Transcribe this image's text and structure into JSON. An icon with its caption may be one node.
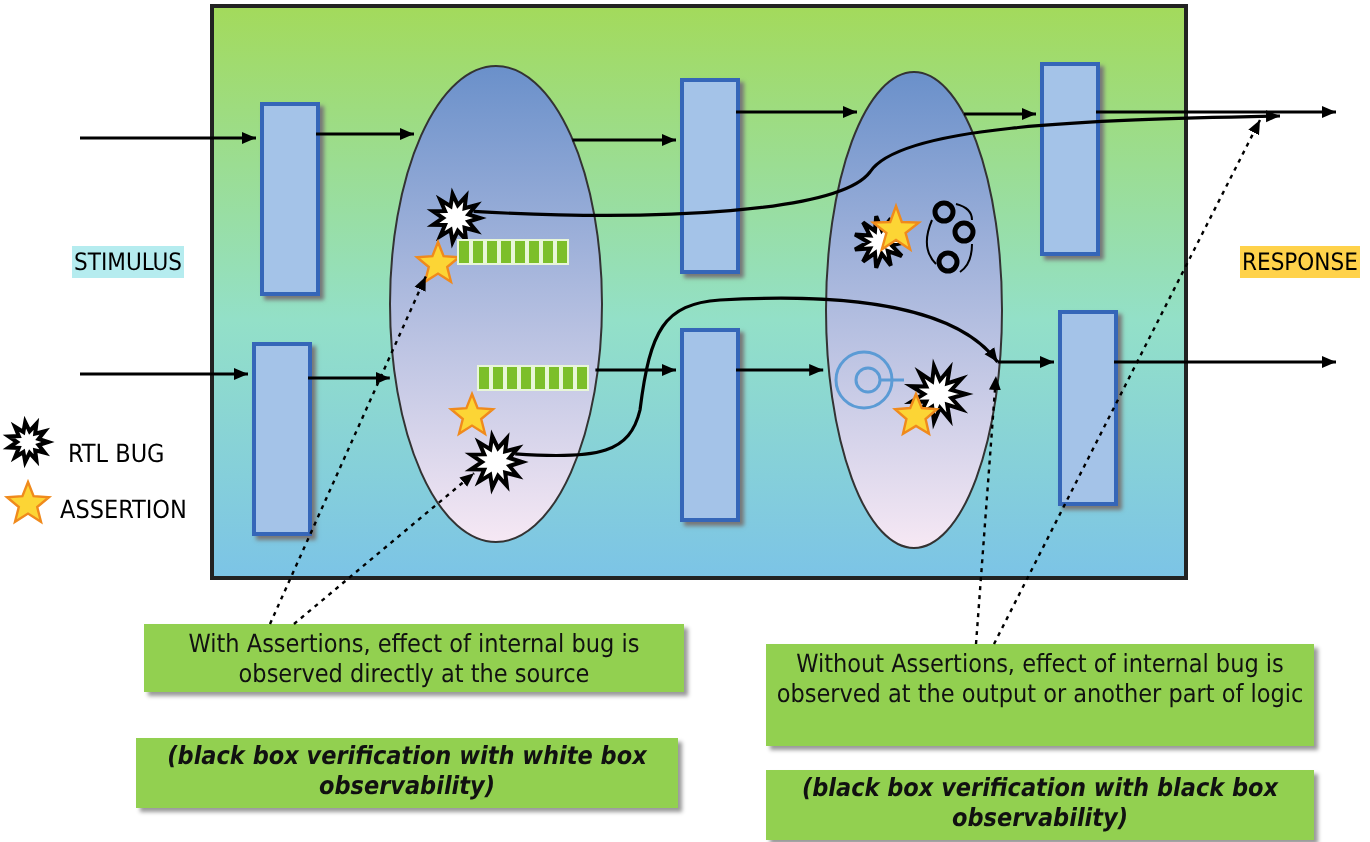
{
  "diagram": {
    "nodes": [
      {
        "text": [],
        "shape": "box"
      },
      {
        "text": [],
        "shape": "box",
        "in": 0
      },
      {
        "text": [],
        "shape": "box",
        "in": 0
      },
      {
        "text": [],
        "shape": "ellipse",
        "in": 0
      },
      {
        "text": [],
        "shape": "box",
        "in": 0
      },
      {
        "text": [],
        "shape": "box",
        "in": 0
      },
      {
        "text": [],
        "shape": "ellipse",
        "in": 0
      },
      {
        "text": [],
        "shape": "box",
        "in": 0
      },
      {
        "text": [],
        "shape": "box",
        "in": 0
      },
      {
        "text": [],
        "shape": "burst",
        "in": 3
      },
      {
        "text": [],
        "shape": "star",
        "in": 3
      },
      {
        "text": [],
        "shape": "burst",
        "in": 3
      },
      {
        "text": [],
        "shape": "star",
        "in": 3
      },
      {
        "text": [
          "With Assertions, effect of internal bug is observed directly at  the source"
        ]
      },
      {
        "text": [
          "Without Assertions, effect of internal bug is observed at the output or another part of logic"
        ]
      },
      {
        "text": [
          "(black box verification with white box observability)"
        ]
      },
      {
        "text": [
          "(black box verification with black box observability)"
        ]
      }
    ],
    "edges": [
      {
        "from": null,
        "to": 1,
        "arrow": "to"
      },
      {
        "from": null,
        "to": 2,
        "arrow": "to"
      },
      {
        "from": 1,
        "to": 3,
        "arrow": "to"
      },
      {
        "from": 2,
        "to": 3,
        "arrow": "to"
      },
      {
        "from": 3,
        "to": 4,
        "arrow": "to"
      },
      {
        "from": 3,
        "to": 5,
        "arrow": "to"
      },
      {
        "from": 4,
        "to": 6,
        "arrow": "to"
      },
      {
        "from": 5,
        "to": 6,
        "arrow": "to"
      },
      {
        "from": 6,
        "to": 7,
        "arrow": "to"
      },
      {
        "from": 6,
        "to": 8,
        "arrow": "to"
      },
      {
        "from": 7,
        "to": null,
        "arrow": "to"
      },
      {
        "from": 8,
        "to": null,
        "arrow": "to"
      },
      {
        "from": 9,
        "to": null,
        "arrow": "to"
      },
      {
        "from": 11,
        "to": 6,
        "arrow": "to"
      },
      {
        "from": 13,
        "to": 10,
        "arrow": "to",
        "style": "dashed"
      },
      {
        "from": 13,
        "to": 11,
        "arrow": "to",
        "style": "dashed"
      },
      {
        "from": 14,
        "to": 6,
        "arrow": "to",
        "style": "dashed"
      },
      {
        "from": 14,
        "to": null,
        "arrow": "to",
        "style": "dashed"
      }
    ],
    "labels": [
      "STIMULUS",
      "RESPONSE"
    ],
    "legend": [
      {
        "text": "RTL BUG"
      },
      {
        "text": "ASSERTION"
      }
    ]
  }
}
